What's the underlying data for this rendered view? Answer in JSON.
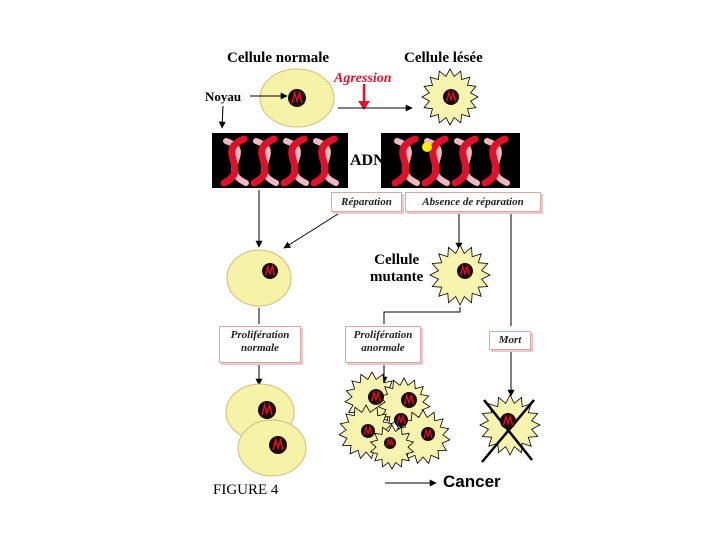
{
  "labels": {
    "cellule_normale": "Cellule normale",
    "cellule_lesee": "Cellule lésée",
    "agression": "Agression",
    "noyau": "Noyau",
    "adn": "ADN",
    "reparation": "Réparation",
    "absence_reparation": "Absence de réparation",
    "cellule_mutante_1": "Cellule",
    "cellule_mutante_2": "mutante",
    "proliferation_normale_1": "Prolifération",
    "proliferation_normale_2": "normale",
    "proliferation_anormale_1": "Prolifération",
    "proliferation_anormale_2": "anormale",
    "mort": "Mort",
    "figure": "FIGURE 4",
    "cancer": "Cancer",
    "nucleus_glyph": "ʍ"
  },
  "colors": {
    "normal_cell": "#f6f2a8",
    "damaged_cell": "#f7f4b0",
    "nucleus": "#1a0808",
    "dna_red": "#e0102a",
    "dna_pink": "#f0b8c0",
    "dna_background": "#000000",
    "agression": "#e8102a",
    "defect_spot": "#ffee00"
  }
}
